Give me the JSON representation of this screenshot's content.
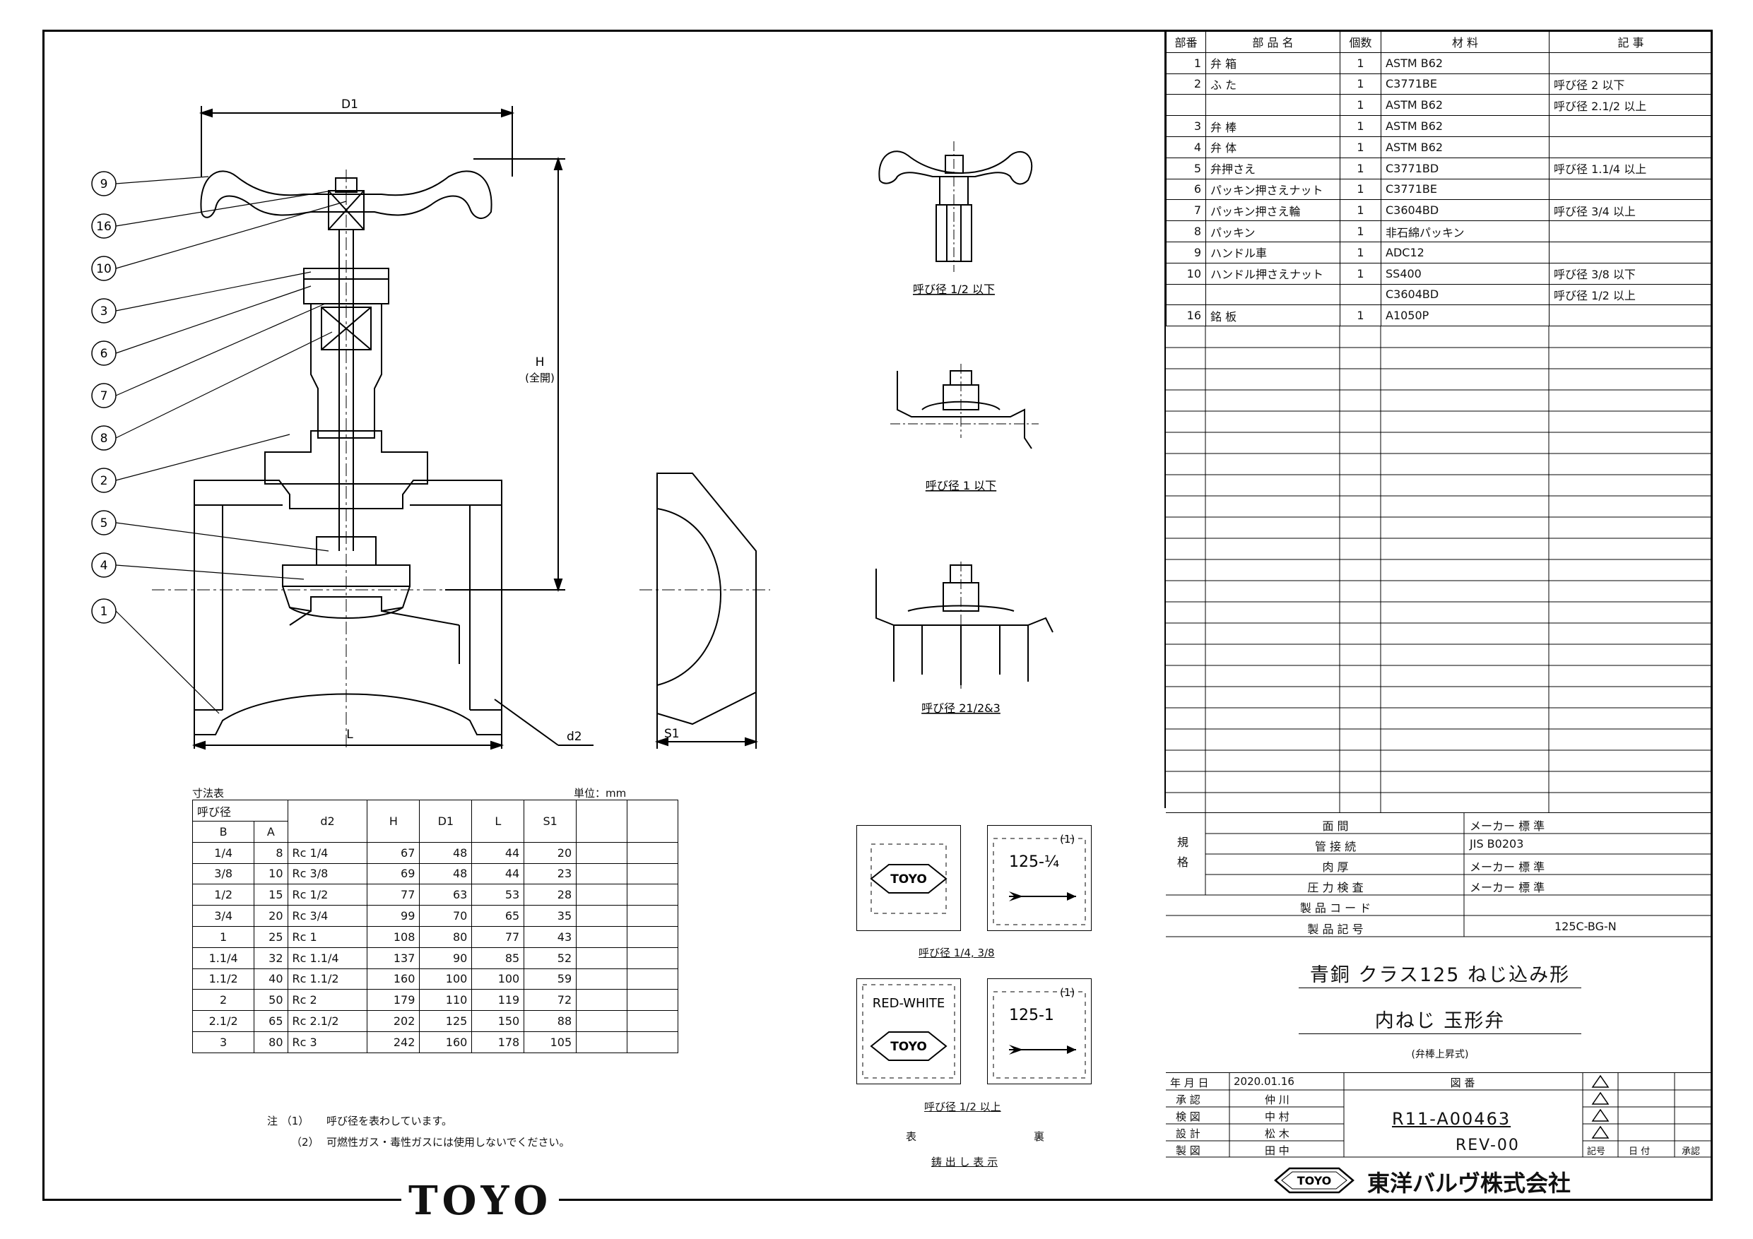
{
  "drawing": {
    "dim_labels": {
      "d1": "D1",
      "h": "H",
      "h_note": "(全開)",
      "l": "L",
      "d2": "d2",
      "s1": "S1"
    },
    "balloons": [
      "9",
      "16",
      "10",
      "3",
      "6",
      "7",
      "8",
      "2",
      "5",
      "4",
      "1"
    ],
    "detail_captions": [
      "呼び径 1/2 以下",
      "呼び径 1 以下",
      "呼び径 21/2&3"
    ]
  },
  "dim_table": {
    "title": "寸法表",
    "unit": "単位：mm",
    "group_header": "呼び径",
    "headers": [
      "B",
      "A",
      "d2",
      "H",
      "D1",
      "L",
      "S1",
      "",
      ""
    ],
    "rows": [
      [
        "1/4",
        "8",
        "Rc 1/4",
        "67",
        "48",
        "44",
        "20"
      ],
      [
        "3/8",
        "10",
        "Rc 3/8",
        "69",
        "48",
        "44",
        "23"
      ],
      [
        "1/2",
        "15",
        "Rc 1/2",
        "77",
        "63",
        "53",
        "28"
      ],
      [
        "3/4",
        "20",
        "Rc 3/4",
        "99",
        "70",
        "65",
        "35"
      ],
      [
        "1",
        "25",
        "Rc 1",
        "108",
        "80",
        "77",
        "43"
      ],
      [
        "1.1/4",
        "32",
        "Rc 1.1/4",
        "137",
        "90",
        "85",
        "52"
      ],
      [
        "1.1/2",
        "40",
        "Rc 1.1/2",
        "160",
        "100",
        "100",
        "59"
      ],
      [
        "2",
        "50",
        "Rc 2",
        "179",
        "110",
        "119",
        "72"
      ],
      [
        "2.1/2",
        "65",
        "Rc 2.1/2",
        "202",
        "125",
        "150",
        "88"
      ],
      [
        "3",
        "80",
        "Rc 3",
        "242",
        "160",
        "178",
        "105"
      ]
    ],
    "notes": [
      {
        "num": "注 （1）",
        "text": "呼び径を表わしています。"
      },
      {
        "num": "（2）",
        "text": "可燃性ガス・毒性ガスには使用しないでください。"
      }
    ]
  },
  "markings": {
    "logo_text": "TOYO",
    "size_label_1": "125-¼",
    "size_label_2": "125-1",
    "footnote_mark": "(1)",
    "red_white": "RED-WHITE",
    "caption_1": "呼び径 1/4, 3/8",
    "caption_2": "呼び径 1/2 以上",
    "front": "表",
    "back": "裏",
    "title": "鋳 出 し 表 示"
  },
  "parts_table": {
    "headers": [
      "部番",
      "部 品 名",
      "個数",
      "材 料",
      "記 事"
    ],
    "rows": [
      [
        "1",
        "弁 箱",
        "1",
        "ASTM B62",
        ""
      ],
      [
        "2",
        "ふ た",
        "1",
        "C3771BE",
        "呼び径 2 以下"
      ],
      [
        "",
        "",
        "1",
        "ASTM B62",
        "呼び径 2.1/2 以上"
      ],
      [
        "3",
        "弁 棒",
        "1",
        "ASTM B62",
        ""
      ],
      [
        "4",
        "弁 体",
        "1",
        "ASTM B62",
        ""
      ],
      [
        "5",
        "弁押さえ",
        "1",
        "C3771BD",
        "呼び径 1.1/4 以上"
      ],
      [
        "6",
        "パッキン押さえナット",
        "1",
        "C3771BE",
        ""
      ],
      [
        "7",
        "パッキン押さえ輪",
        "1",
        "C3604BD",
        "呼び径 3/4 以上"
      ],
      [
        "8",
        "パッキン",
        "1",
        "非石綿パッキン",
        ""
      ],
      [
        "9",
        "ハンドル車",
        "1",
        "ADC12",
        ""
      ],
      [
        "10",
        "ハンドル押さえナット",
        "1",
        "SS400",
        "呼び径 3/8 以下"
      ],
      [
        "",
        "",
        "",
        "C3604BD",
        "呼び径 1/2 以上"
      ],
      [
        "16",
        "銘 板",
        "1",
        "A1050P",
        ""
      ]
    ]
  },
  "spec_block": {
    "label": "規格",
    "rows": [
      [
        "面 間",
        "メーカー 標 準"
      ],
      [
        "管 接 続",
        "JIS B0203"
      ],
      [
        "肉 厚",
        "メーカー 標 準"
      ],
      [
        "圧 力 検 査",
        "メーカー 標 準"
      ],
      [
        "製 品 コ ー ド",
        ""
      ],
      [
        "製 品 記 号",
        "125C-BG-N"
      ]
    ]
  },
  "title_block": {
    "line1": "青銅 クラス125 ねじ込み形",
    "line2": "内ねじ 玉形弁",
    "line3": "(弁棒上昇式)",
    "date_label": "年 月 日",
    "date": "2020.01.16",
    "drawing_no_label": "図 番",
    "drawing_no": "R11-A00463",
    "rev": "REV-00",
    "approvals": [
      [
        "承 認",
        "仲 川"
      ],
      [
        "検 図",
        "中 村"
      ],
      [
        "設 計",
        "松 木"
      ],
      [
        "製 図",
        "田 中"
      ]
    ],
    "rev_labels": [
      "記号",
      "日 付",
      "承認"
    ],
    "company": "東洋バルヴ株式会社"
  },
  "footer_brand": "TOYO"
}
